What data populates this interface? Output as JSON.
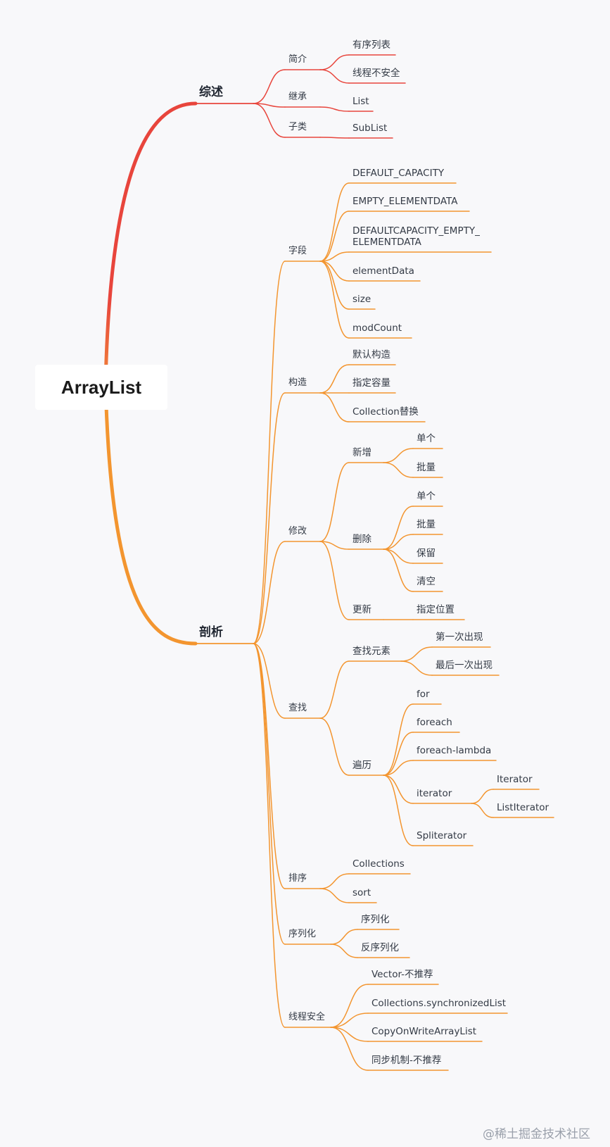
{
  "root": "ArrayList",
  "branches": [
    {
      "label": "综述",
      "color": "#e8453c",
      "children": [
        {
          "label": "简介",
          "children": [
            {
              "label": "有序列表"
            },
            {
              "label": "线程不安全"
            }
          ]
        },
        {
          "label": "继承",
          "children": [
            {
              "label": "List"
            }
          ]
        },
        {
          "label": "子类",
          "children": [
            {
              "label": "SubList"
            }
          ]
        }
      ]
    },
    {
      "label": "剖析",
      "color": "#f3952f",
      "children": [
        {
          "label": "字段",
          "children": [
            {
              "label": "DEFAULT_CAPACITY"
            },
            {
              "label": "EMPTY_ELEMENTDATA"
            },
            {
              "label": "DEFAULTCAPACITY_EMPTY_\nELEMENTDATA"
            },
            {
              "label": "elementData"
            },
            {
              "label": "size"
            },
            {
              "label": "modCount"
            }
          ]
        },
        {
          "label": "构造",
          "children": [
            {
              "label": "默认构造"
            },
            {
              "label": "指定容量"
            },
            {
              "label": "Collection替换"
            }
          ]
        },
        {
          "label": "修改",
          "children": [
            {
              "label": "新增",
              "children": [
                {
                  "label": "单个"
                },
                {
                  "label": "批量"
                }
              ]
            },
            {
              "label": "删除",
              "children": [
                {
                  "label": "单个"
                },
                {
                  "label": "批量"
                },
                {
                  "label": "保留"
                },
                {
                  "label": "清空"
                }
              ]
            },
            {
              "label": "更新",
              "children": [
                {
                  "label": "指定位置"
                }
              ]
            }
          ]
        },
        {
          "label": "查找",
          "children": [
            {
              "label": "查找元素",
              "children": [
                {
                  "label": "第一次出现"
                },
                {
                  "label": "最后一次出现"
                }
              ]
            },
            {
              "label": "遍历",
              "children": [
                {
                  "label": "for"
                },
                {
                  "label": "foreach"
                },
                {
                  "label": "foreach-lambda"
                },
                {
                  "label": "iterator",
                  "children": [
                    {
                      "label": "Iterator"
                    },
                    {
                      "label": "ListIterator"
                    }
                  ]
                },
                {
                  "label": "Spliterator"
                }
              ]
            }
          ]
        },
        {
          "label": "排序",
          "children": [
            {
              "label": "Collections"
            },
            {
              "label": "sort"
            }
          ]
        },
        {
          "label": "序列化",
          "children": [
            {
              "label": "序列化"
            },
            {
              "label": "反序列化"
            }
          ]
        },
        {
          "label": "线程安全",
          "children": [
            {
              "label": "Vector-不推荐"
            },
            {
              "label": "Collections.synchronizedList"
            },
            {
              "label": "CopyOnWriteArrayList"
            },
            {
              "label": "同步机制-不推荐"
            }
          ]
        }
      ]
    }
  ],
  "watermark": "@稀土掘金技术社区"
}
